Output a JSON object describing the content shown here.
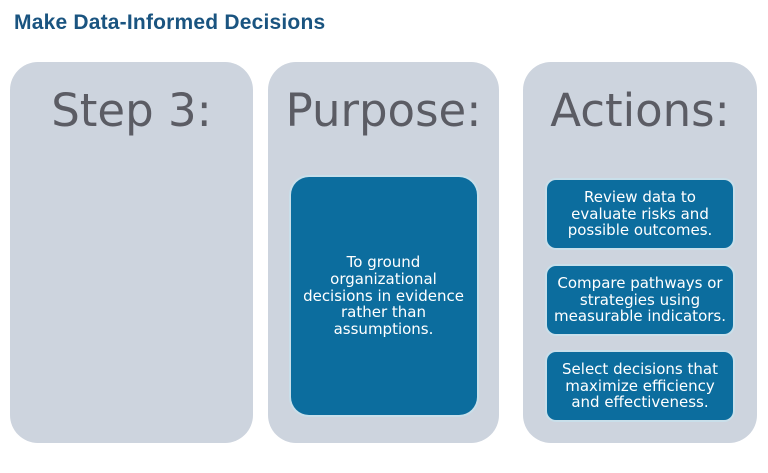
{
  "title": "Make Data-Informed Decisions",
  "colors": {
    "title_text": "#1a5480",
    "card_background": "#cdd4de",
    "heading_text": "#5b5c64",
    "box_background": "#0c6d9e",
    "box_border": "#f2f6f9",
    "box_text": "#ffffff",
    "page_background": "#ffffff"
  },
  "columns": [
    {
      "heading": "Step 3:",
      "boxes": []
    },
    {
      "heading": "Purpose:",
      "boxes": [
        "To ground organizational decisions in evidence rather than assumptions."
      ]
    },
    {
      "heading": "Actions:",
      "boxes": [
        "Review data to evaluate risks and possible outcomes.",
        "Compare pathways or strategies using measurable indicators.",
        "Select decisions that maximize efficiency and effectiveness."
      ]
    }
  ]
}
